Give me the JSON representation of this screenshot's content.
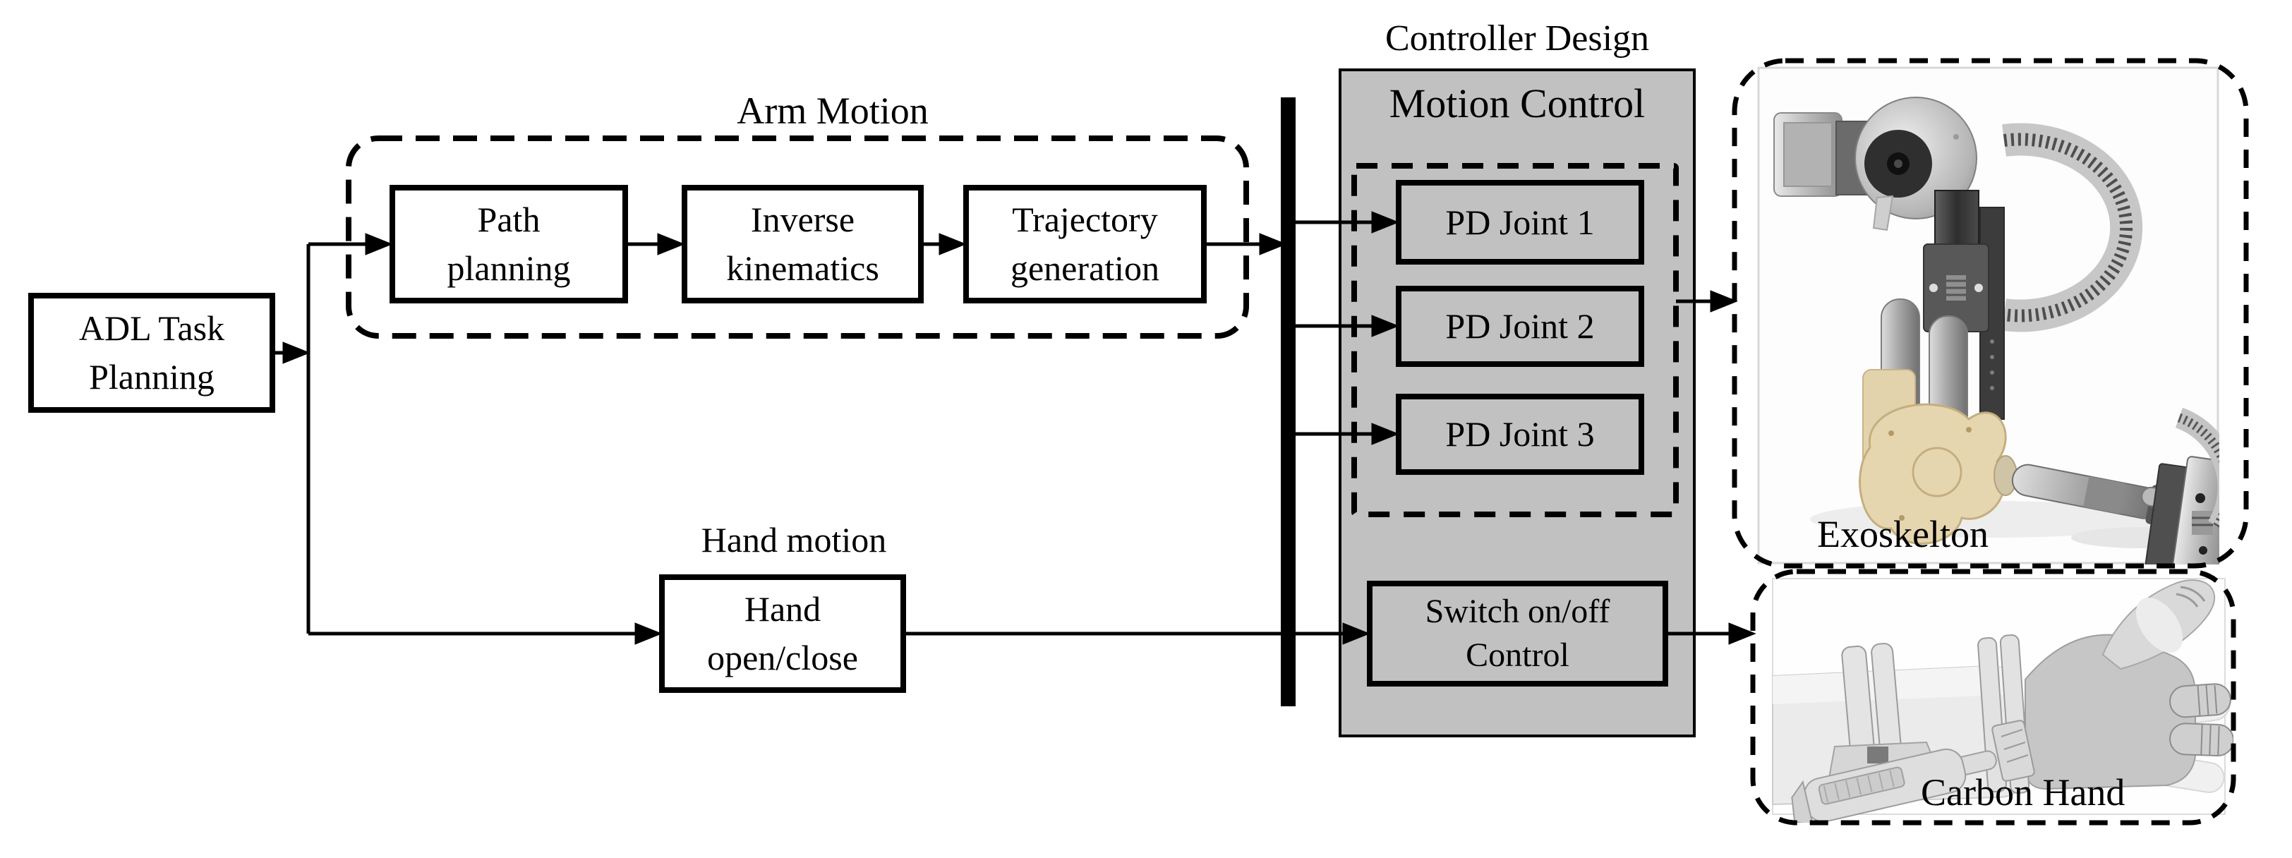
{
  "figure": {
    "groups": {
      "arm_motion": {
        "label": "Arm Motion"
      },
      "hand_motion": {
        "label": "Hand motion"
      },
      "controller_design": {
        "label": "Controller Design"
      },
      "motion_control": {
        "title": "Motion Control"
      }
    },
    "nodes": {
      "adl_task": {
        "lines": [
          "ADL Task",
          "Planning"
        ]
      },
      "path_planning": {
        "lines": [
          "Path",
          "planning"
        ]
      },
      "inverse_kinematics": {
        "lines": [
          "Inverse",
          "kinematics"
        ]
      },
      "trajectory_generation": {
        "lines": [
          "Trajectory",
          "generation"
        ]
      },
      "hand_open_close": {
        "lines": [
          "Hand",
          "open/close"
        ]
      },
      "pd_joint_1": {
        "label": "PD Joint 1"
      },
      "pd_joint_2": {
        "label": "PD Joint 2"
      },
      "pd_joint_3": {
        "label": "PD Joint 3"
      },
      "switch_control": {
        "lines": [
          "Switch on/off",
          "Control"
        ]
      }
    },
    "outputs": {
      "exoskeleton": {
        "caption": "Exoskelton"
      },
      "carbon_hand": {
        "caption": "Carbon Hand"
      }
    },
    "colors": {
      "panel_fill": "#c1c1c1",
      "stroke": "#000000",
      "background": "#ffffff",
      "photo_frame": "#d8d8d8",
      "elbow_beige": "#e3d2ab"
    }
  }
}
